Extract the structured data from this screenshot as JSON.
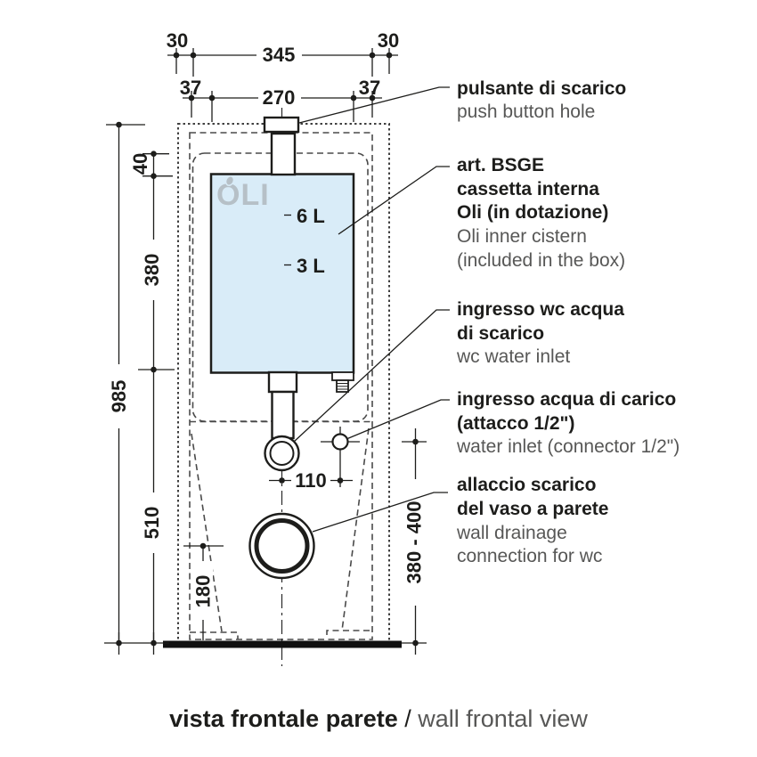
{
  "drawing": {
    "dimensions": {
      "d30_left": "30",
      "d345": "345",
      "d30_right": "30",
      "d37_left": "37",
      "d270": "270",
      "d37_right": "37",
      "d985": "985",
      "d40": "40",
      "d380": "380",
      "d510": "510",
      "d180": "180",
      "d110": "110",
      "d380_400": "380 - 400"
    },
    "cistern": {
      "logo": "OLI",
      "level_6l": "6 L",
      "level_3l": "3 L"
    },
    "callouts": {
      "push_button": {
        "it1": "pulsante di scarico",
        "en1": "push button hole"
      },
      "inner_cistern": {
        "it1": "art. BSGE",
        "it2": "cassetta interna",
        "it3": "Oli (in dotazione)",
        "en1": "Oli inner cistern",
        "en2": "(included in the box)"
      },
      "wc_inlet": {
        "it1": "ingresso wc acqua",
        "it2": "di scarico",
        "en1": "wc water inlet"
      },
      "water_inlet": {
        "it1": "ingresso acqua di carico",
        "it2": "(attacco 1/2\")",
        "en1": "water inlet (connector 1/2\")"
      },
      "drainage": {
        "it1": "allaccio scarico",
        "it2": "del vaso a parete",
        "en1": "wall drainage",
        "en2": "connection for wc"
      }
    },
    "caption": {
      "it": "vista frontale parete",
      "sep": "/",
      "en": "wall frontal view"
    },
    "colors": {
      "line": "#1d1d1b",
      "muted_text": "#575756",
      "cistern_fill": "#d9ecf8",
      "logo_gray": "#b6c0c7",
      "dashed": "#4a4a4a"
    }
  }
}
